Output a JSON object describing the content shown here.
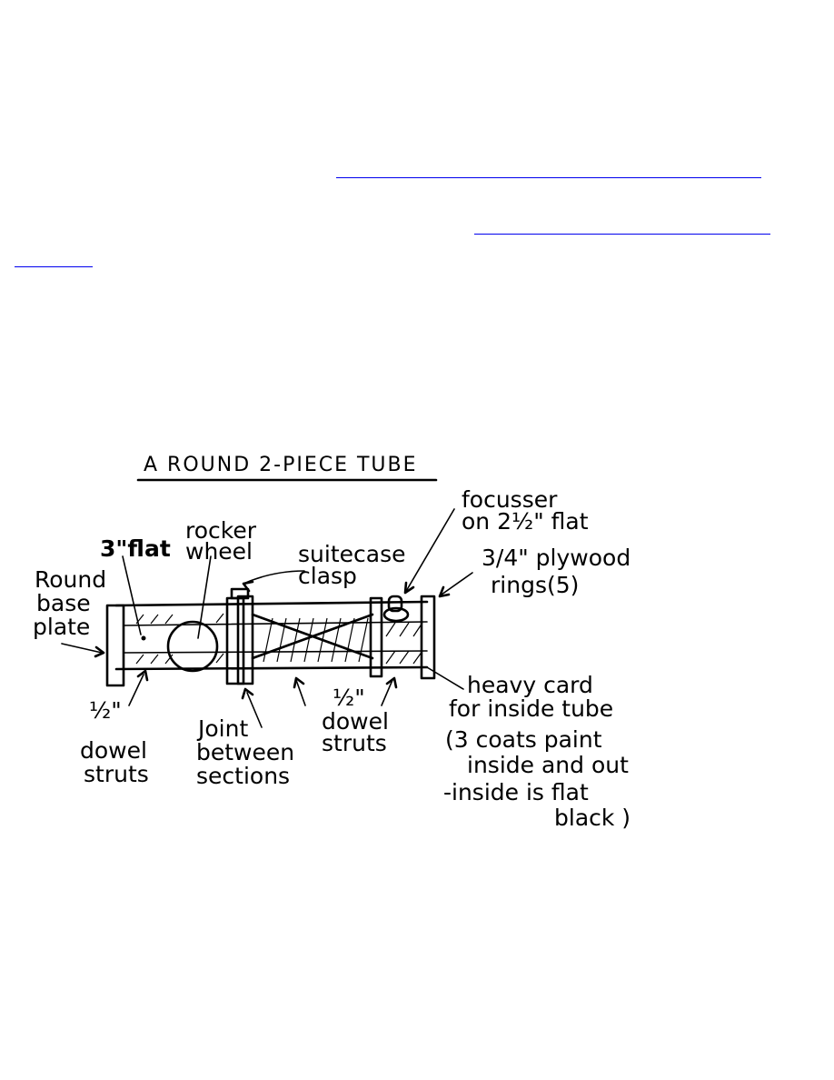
{
  "diagram": {
    "title": "A ROUND 2-PIECE TUBE",
    "labels": {
      "three_flat": "3\"flat",
      "rocker_1": "rocker",
      "rocker_2": "wheel",
      "focusser_1": "focusser",
      "focusser_2": "on 2½\" flat",
      "suitcase_1": "suitecase",
      "suitcase_2": "clasp",
      "plywood_1": "3/4\" plywood",
      "plywood_2": "rings(5)",
      "round_1": "Round",
      "round_2": "base",
      "round_3": "plate",
      "dowel_left_1": "½\"",
      "dowel_left_2": "dowel",
      "dowel_left_3": "struts",
      "joint_1": "Joint",
      "joint_2": "between",
      "joint_3": "sections",
      "dowel_mid_1": "½\"",
      "dowel_mid_2": "dowel",
      "dowel_mid_3": "struts",
      "card_1": "heavy card",
      "card_2": "for inside tube",
      "card_3": "(3 coats paint",
      "card_4": "inside and out",
      "card_5": "-inside is flat",
      "card_6": "black )"
    }
  }
}
